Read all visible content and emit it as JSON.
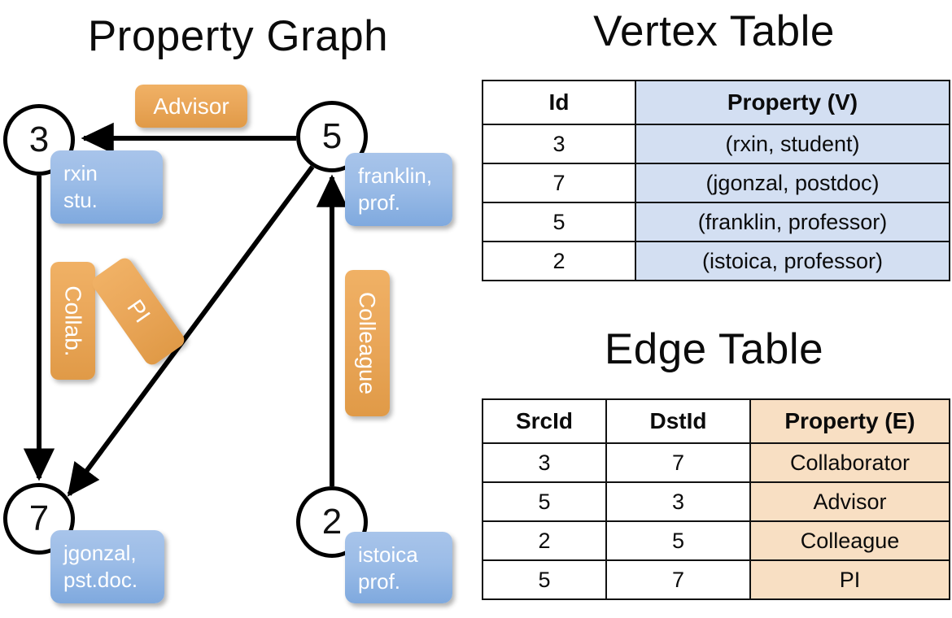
{
  "titles": {
    "property_graph": "Property Graph",
    "vertex_table": "Vertex Table",
    "edge_table": "Edge Table"
  },
  "colors": {
    "vertex_property_fill": "#d3dff2",
    "edge_property_fill": "#f8dfc3",
    "node_callout_blue": "#9bbce7",
    "edge_label_orange": "#eaa75a",
    "stroke": "#000000",
    "background": "#ffffff"
  },
  "graph": {
    "nodes": [
      {
        "id": "3",
        "label": "3",
        "property_line1": "rxin",
        "property_line2": "stu."
      },
      {
        "id": "5",
        "label": "5",
        "property_line1": "franklin,",
        "property_line2": "prof."
      },
      {
        "id": "7",
        "label": "7",
        "property_line1": "jgonzal,",
        "property_line2": "pst.doc."
      },
      {
        "id": "2",
        "label": "2",
        "property_line1": "istoica",
        "property_line2": "prof."
      }
    ],
    "edge_labels": [
      {
        "key": "advisor",
        "text": "Advisor",
        "from": "5",
        "to": "3"
      },
      {
        "key": "collab",
        "text": "Collab.",
        "from": "3",
        "to": "7"
      },
      {
        "key": "pi",
        "text": "PI",
        "from": "5",
        "to": "7"
      },
      {
        "key": "colleague",
        "text": "Colleague",
        "from": "2",
        "to": "5"
      }
    ]
  },
  "vertex_table": {
    "headers": [
      "Id",
      "Property (V)"
    ],
    "rows": [
      {
        "id": "3",
        "property": "(rxin, student)"
      },
      {
        "id": "7",
        "property": "(jgonzal, postdoc)"
      },
      {
        "id": "5",
        "property": "(franklin, professor)"
      },
      {
        "id": "2",
        "property": "(istoica, professor)"
      }
    ]
  },
  "edge_table": {
    "headers": [
      "SrcId",
      "DstId",
      "Property (E)"
    ],
    "rows": [
      {
        "src": "3",
        "dst": "7",
        "property": "Collaborator"
      },
      {
        "src": "5",
        "dst": "3",
        "property": "Advisor"
      },
      {
        "src": "2",
        "dst": "5",
        "property": "Colleague"
      },
      {
        "src": "5",
        "dst": "7",
        "property": "PI"
      }
    ]
  }
}
